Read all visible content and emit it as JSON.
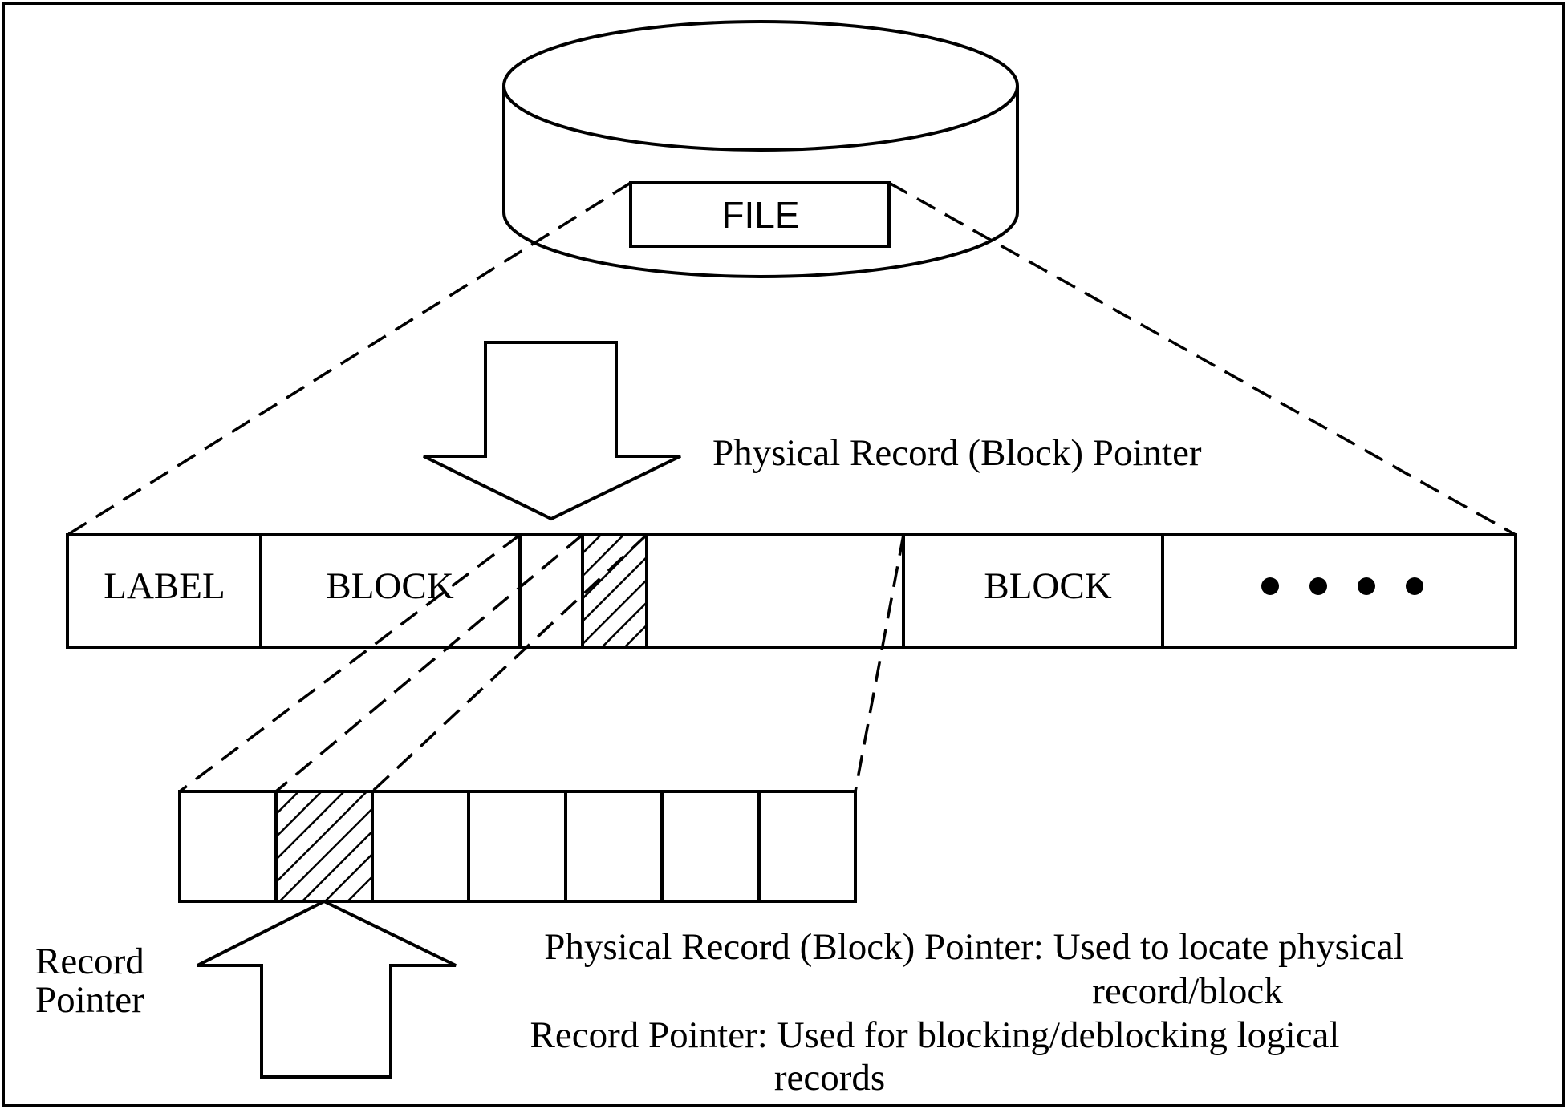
{
  "file_label": "FILE",
  "tape": {
    "label_cell": "LABEL",
    "block_cell_1": "BLOCK",
    "block_cell_2": "BLOCK",
    "continuation": "dots"
  },
  "physical_pointer_label": "Physical Record (Block) Pointer",
  "record_pointer_label": [
    "Record",
    "Pointer"
  ],
  "legend": {
    "physical_line1": "Physical Record (Block) Pointer: Used to locate physical",
    "physical_line2": "record/block",
    "record_line1": "Record Pointer: Used for blocking/deblocking logical",
    "record_line2": "records"
  }
}
